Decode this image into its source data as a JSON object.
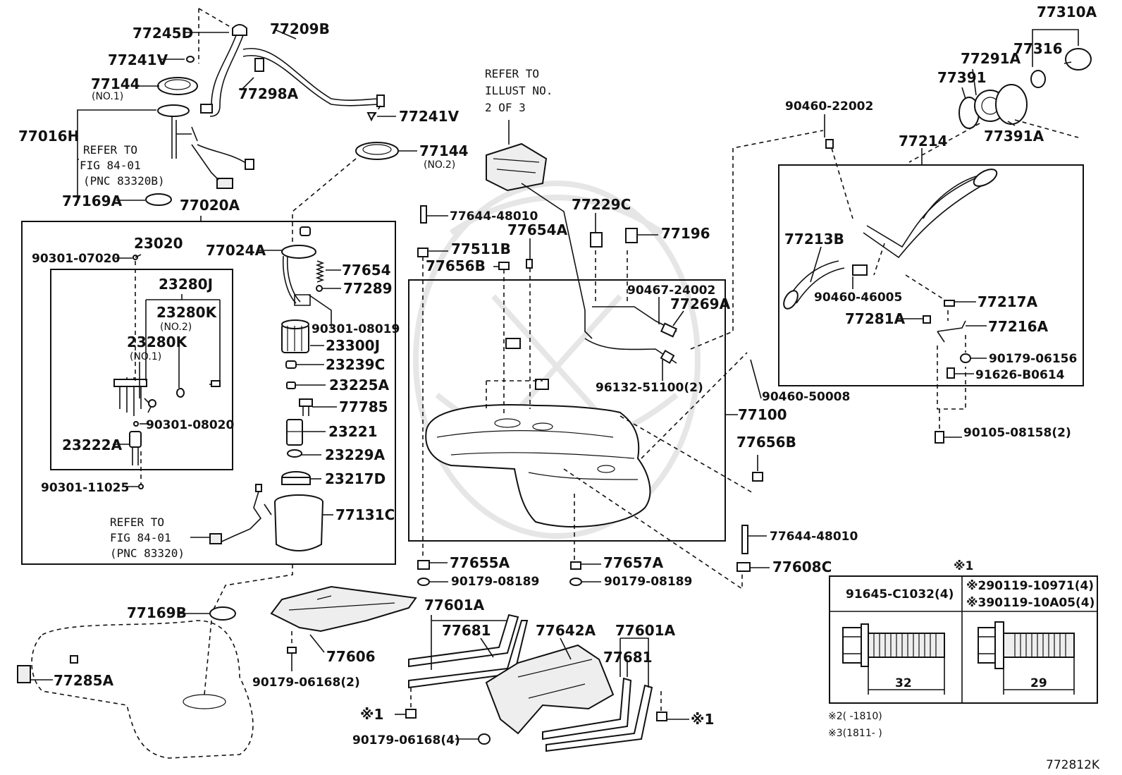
{
  "diagram_id": "772812K",
  "labels": {
    "p77245D": "77245D",
    "p77209B": "77209B",
    "p77241V_a": "77241V",
    "p77144_a": "77144",
    "p77144_a_sub": "(NO.1)",
    "p77298A": "77298A",
    "p77241V_b": "77241V",
    "p77144_b": "77144",
    "p77144_b_sub": "(NO.2)",
    "p77016H": "77016H",
    "p77169A": "77169A",
    "p77020A": "77020A",
    "p23020": "23020",
    "p90301_07020": "90301-07020",
    "p23280J": "23280J",
    "p23280K_a": "23280K",
    "p23280K_a_sub": "(NO.2)",
    "p23280K_b": "23280K",
    "p23280K_b_sub": "(NO.1)",
    "p90301_08020": "90301-08020",
    "p23222A": "23222A",
    "p90301_11025": "90301-11025",
    "p77024A": "77024A",
    "p77654": "77654",
    "p77289": "77289",
    "p90301_08019": "90301-08019",
    "p23300J": "23300J",
    "p23239C": "23239C",
    "p23225A": "23225A",
    "p77785": "77785",
    "p23221": "23221",
    "p23229A": "23229A",
    "p23217D": "23217D",
    "p77131C": "77131C",
    "p77169B": "77169B",
    "p77285A": "77285A",
    "p77606": "77606",
    "p90179_06168_2": "90179-06168(2)",
    "p77601A_a": "77601A",
    "p77681_a": "77681",
    "p77642A": "77642A",
    "p77601A_b": "77601A",
    "p77681_b": "77681",
    "p90179_06168_4": "90179-06168(4)",
    "mark_x1_a": "※1",
    "mark_x1_b": "※1",
    "p77644_48010_a": "77644-48010",
    "p77511B": "77511B",
    "p77656B_a": "77656B",
    "p77654A": "77654A",
    "p77229C": "77229C",
    "p77196": "77196",
    "p90467_24002": "90467-24002",
    "p77269A": "77269A",
    "p96132_51100_2": "96132-51100(2)",
    "p77100": "77100",
    "p77656B_b": "77656B",
    "p77644_48010_b": "77644-48010",
    "p77608C": "77608C",
    "p77655A": "77655A",
    "p90179_08189_a": "90179-08189",
    "p77657A": "77657A",
    "p90179_08189_b": "90179-08189",
    "p77310A": "77310A",
    "p77316": "77316",
    "p77291A": "77291A",
    "p77391": "77391",
    "p77391A": "77391A",
    "p90460_22002": "90460-22002",
    "p77214": "77214",
    "p77213B": "77213B",
    "p90460_46005": "90460-46005",
    "p77217A": "77217A",
    "p77281A": "77281A",
    "p77216A": "77216A",
    "p90179_06156": "90179-06156",
    "p91626_B0614": "91626-B0614",
    "p90460_50008": "90460-50008",
    "p90105_08158_2": "90105-08158(2)"
  },
  "refer_notes": {
    "top": [
      "REFER TO",
      "ILLUST NO.",
      "2 OF 3"
    ],
    "fig1": [
      "REFER TO",
      "FIG 84-01",
      "(PNC 83320B)"
    ],
    "fig2": [
      "REFER TO",
      "FIG 84-01",
      "(PNC 83320)"
    ]
  },
  "bolt_table": {
    "header_mark": "※1",
    "col1_part": "91645-C1032(4)",
    "col2_part_a": "※290119-10971(4)",
    "col2_part_b": "※390119-10A05(4)",
    "col1_length": "32",
    "col2_length": "29",
    "note_a": "※2(       -1810)",
    "note_b": "※3(1811-       )"
  }
}
